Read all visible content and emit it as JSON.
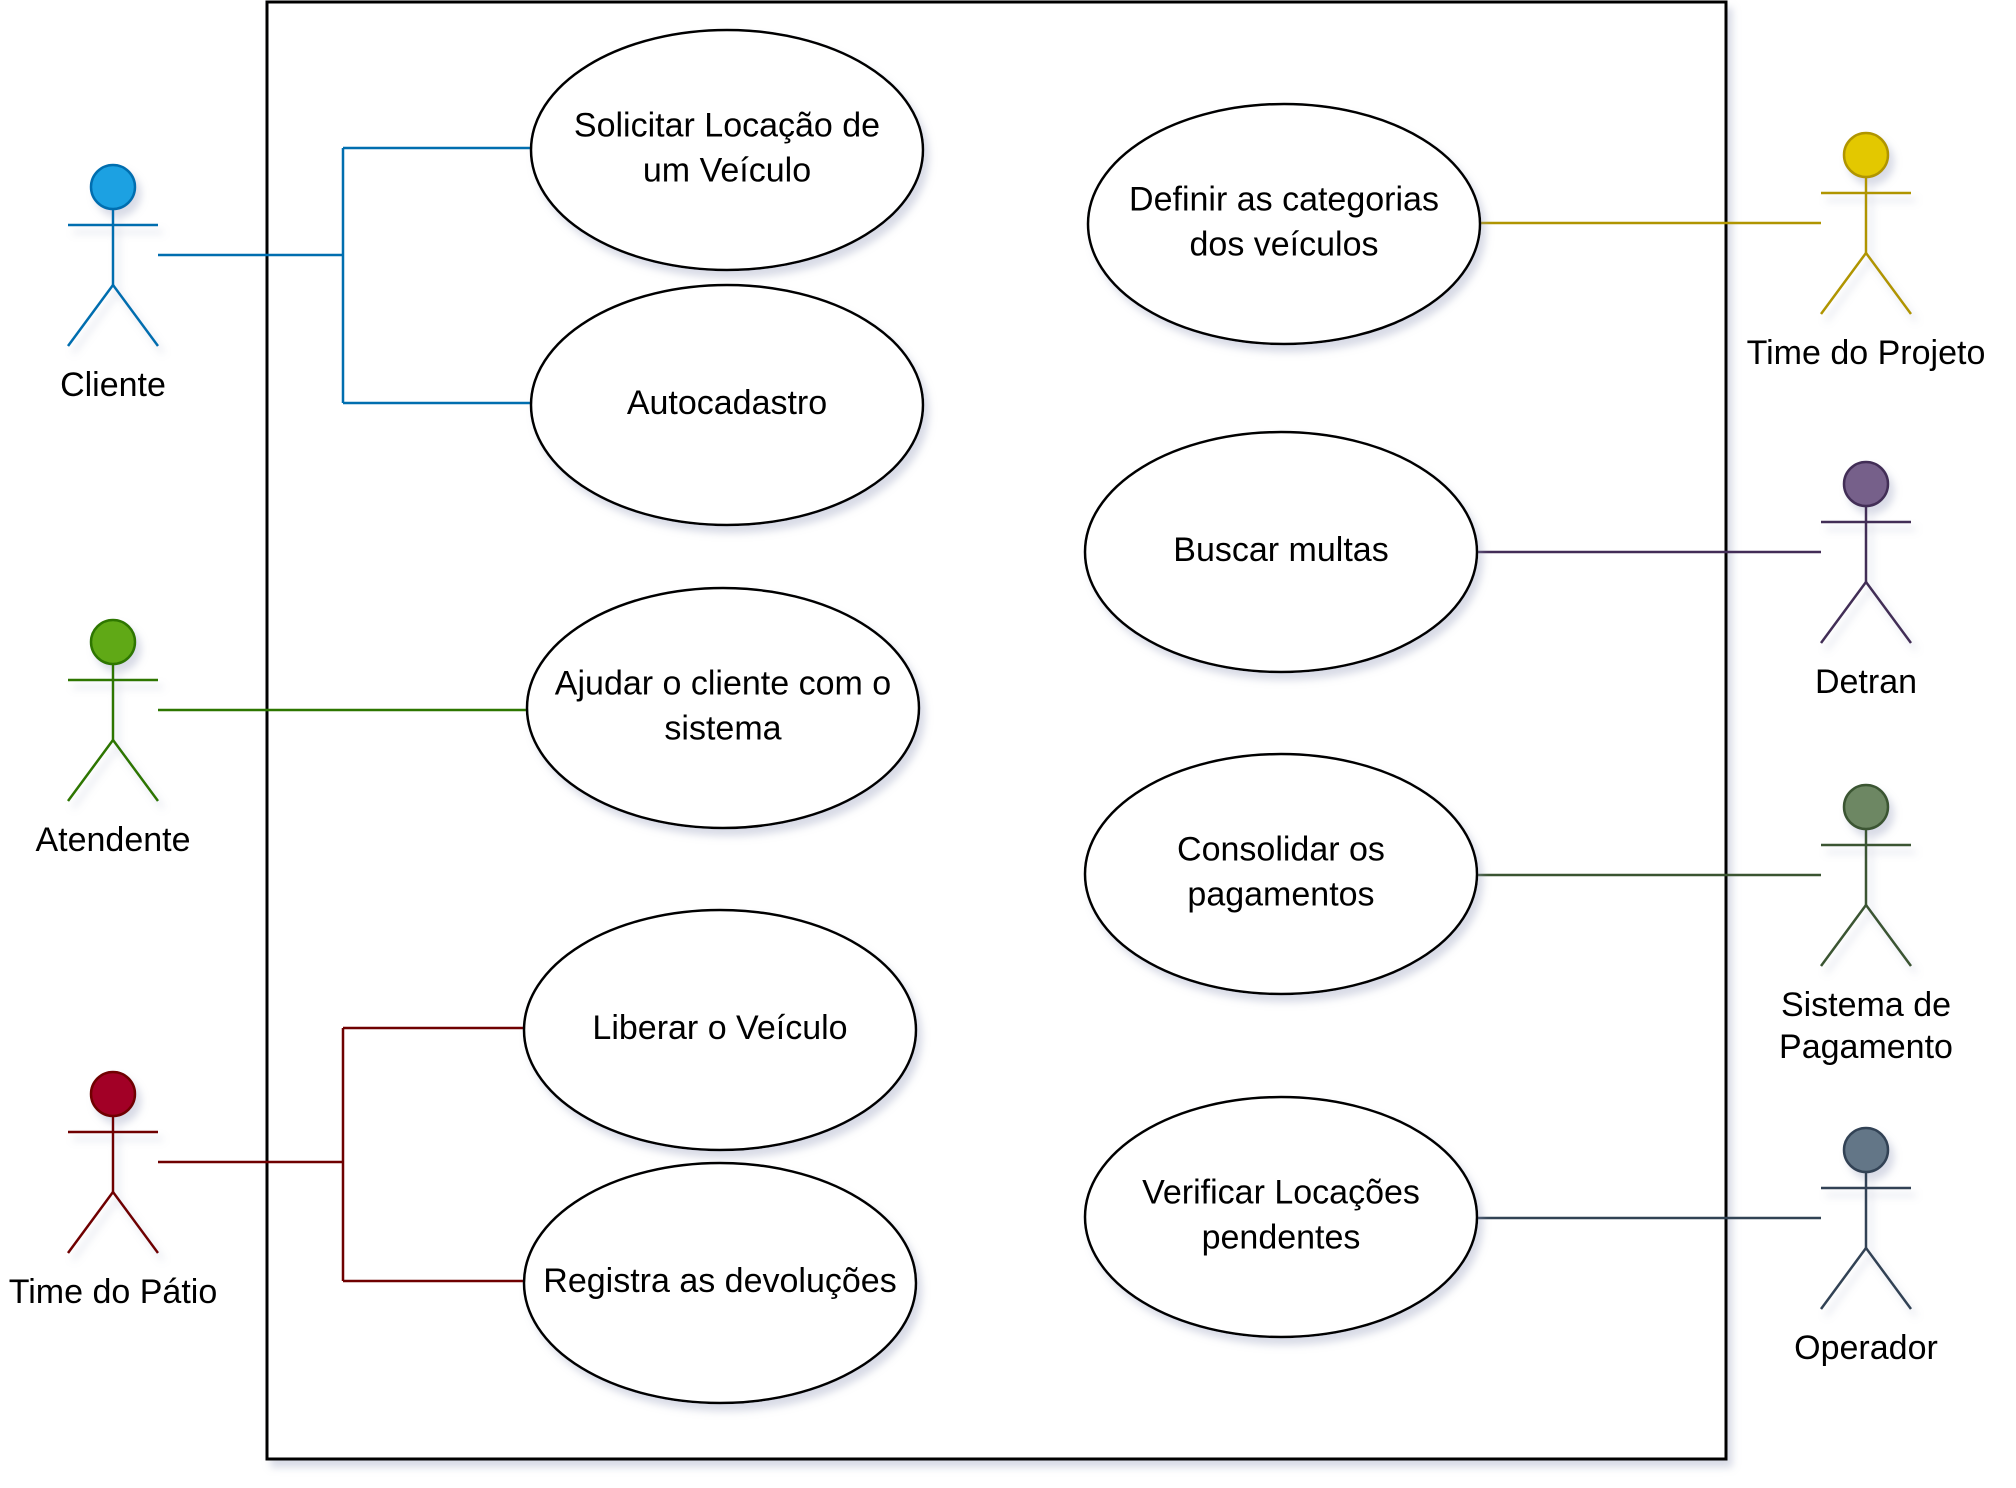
{
  "actors": [
    {
      "id": "cliente",
      "label": [
        "Cliente"
      ],
      "color": "#1ba1e2",
      "stroke": "#006eaf"
    },
    {
      "id": "atendente",
      "label": [
        "Atendente"
      ],
      "color": "#60a917",
      "stroke": "#2d7600"
    },
    {
      "id": "time-patio",
      "label": [
        "Time do Pátio"
      ],
      "color": "#a20025",
      "stroke": "#6f0000"
    },
    {
      "id": "time-projeto",
      "label": [
        "Time do Projeto"
      ],
      "color": "#e3c800",
      "stroke": "#b09500"
    },
    {
      "id": "detran",
      "label": [
        "Detran"
      ],
      "color": "#76608a",
      "stroke": "#432d57"
    },
    {
      "id": "sistema-pagamento",
      "label": [
        "Sistema de",
        "Pagamento"
      ],
      "color": "#6d8764",
      "stroke": "#3a5431"
    },
    {
      "id": "operador",
      "label": [
        "Operador"
      ],
      "color": "#647687",
      "stroke": "#314354"
    }
  ],
  "use_cases": [
    {
      "id": "solicitar-locacao",
      "label": [
        "Solicitar Locação de",
        "um Veículo"
      ]
    },
    {
      "id": "autocadastro",
      "label": [
        "Autocadastro"
      ]
    },
    {
      "id": "ajudar-cliente",
      "label": [
        "Ajudar o cliente com o",
        "sistema"
      ]
    },
    {
      "id": "liberar-veiculo",
      "label": [
        "Liberar o Veículo"
      ]
    },
    {
      "id": "registra-devolucoes",
      "label": [
        "Registra as devoluções"
      ]
    },
    {
      "id": "definir-categorias",
      "label": [
        "Definir as categorias",
        "dos veículos"
      ]
    },
    {
      "id": "buscar-multas",
      "label": [
        "Buscar multas"
      ]
    },
    {
      "id": "consolidar-pagamentos",
      "label": [
        "Consolidar os",
        "pagamentos"
      ]
    },
    {
      "id": "verificar-locacoes",
      "label": [
        "Verificar Locações",
        "pendentes"
      ]
    }
  ],
  "associations": [
    {
      "actor": "cliente",
      "use_case": "solicitar-locacao"
    },
    {
      "actor": "cliente",
      "use_case": "autocadastro"
    },
    {
      "actor": "atendente",
      "use_case": "ajudar-cliente"
    },
    {
      "actor": "time-patio",
      "use_case": "liberar-veiculo"
    },
    {
      "actor": "time-patio",
      "use_case": "registra-devolucoes"
    },
    {
      "actor": "time-projeto",
      "use_case": "definir-categorias"
    },
    {
      "actor": "detran",
      "use_case": "buscar-multas"
    },
    {
      "actor": "sistema-pagamento",
      "use_case": "consolidar-pagamentos"
    },
    {
      "actor": "operador",
      "use_case": "verificar-locacoes"
    }
  ]
}
